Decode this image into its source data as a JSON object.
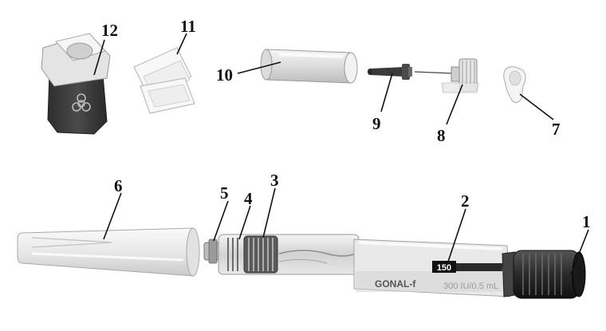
{
  "figure": {
    "callouts": [
      {
        "id": "1",
        "label": "1"
      },
      {
        "id": "2",
        "label": "2"
      },
      {
        "id": "3",
        "label": "3"
      },
      {
        "id": "4",
        "label": "4"
      },
      {
        "id": "5",
        "label": "5"
      },
      {
        "id": "6",
        "label": "6"
      },
      {
        "id": "7",
        "label": "7"
      },
      {
        "id": "8",
        "label": "8"
      },
      {
        "id": "9",
        "label": "9"
      },
      {
        "id": "10",
        "label": "10"
      },
      {
        "id": "11",
        "label": "11"
      },
      {
        "id": "12",
        "label": "12"
      }
    ],
    "pen": {
      "dose_window": "150",
      "brand": "GONAL-f",
      "strength": "300 IU/0.5 mL"
    },
    "colors": {
      "ink": "#111111",
      "pen_body": "#e9e9e9",
      "knob": "#2a2a2a",
      "sharps_container": "#3a3a3a"
    }
  }
}
